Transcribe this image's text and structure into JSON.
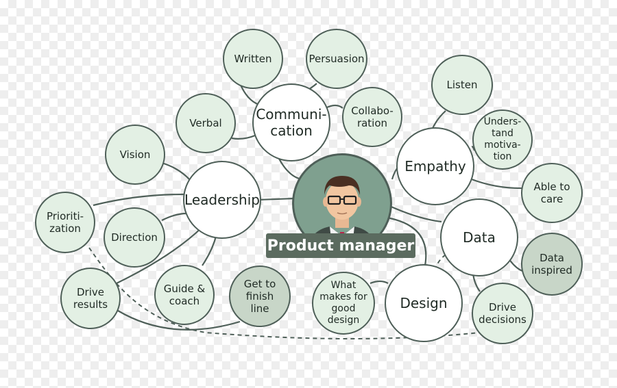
{
  "center": {
    "label": "Product manager"
  },
  "nodes": {
    "communication": "Communi-\ncation",
    "written": "Written",
    "persuasion": "Persuasion",
    "verbal": "Verbal",
    "collaboration": "Collabo-\nration",
    "vision": "Vision",
    "leadership": "Leadership",
    "prioritization": "Prioriti-\nzation",
    "direction": "Direction",
    "drive_results": "Drive\nresults",
    "guide_coach": "Guide &\ncoach",
    "get_to_finish_line": "Get to\nfinish\nline",
    "empathy": "Empathy",
    "listen": "Listen",
    "understand_motivation": "Unders-\ntand\nmotiva-\ntion",
    "able_to_care": "Able to\ncare",
    "data": "Data",
    "data_inspired": "Data\ninspired",
    "drive_decisions": "Drive\ndecisions",
    "design": "Design",
    "good_design": "What\nmakes for\ngood\ndesign"
  },
  "colors": {
    "line": "#4e5f58",
    "main_fill": "#ffffff",
    "leaf_fill": "#e3f0e4",
    "dark_leaf_fill": "#c8d6c8",
    "avatar_bg": "#7fa08f",
    "label_bg": "#5b6b5f"
  }
}
